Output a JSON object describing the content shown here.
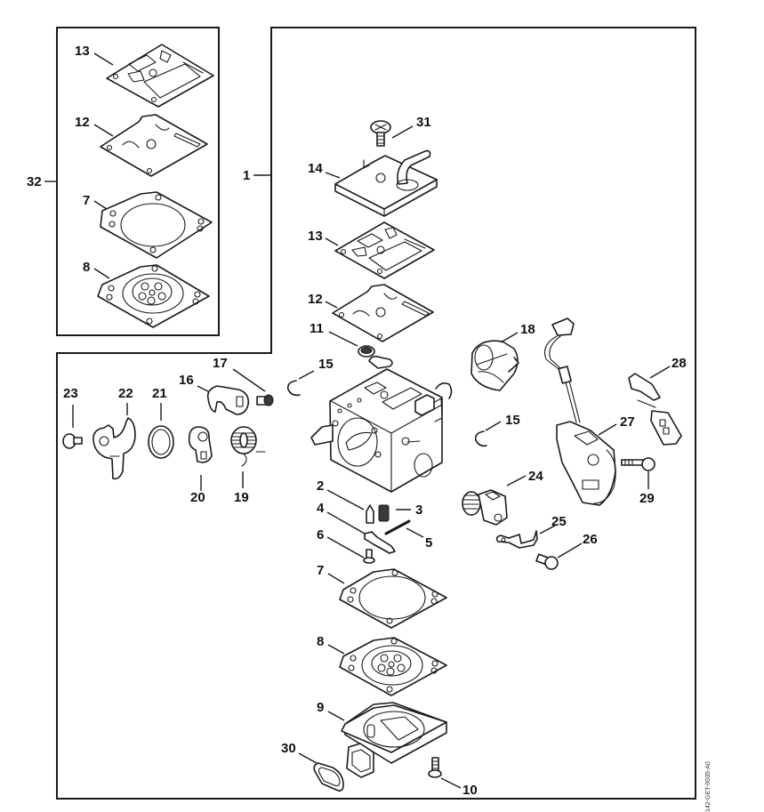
{
  "diagram": {
    "type": "exploded parts diagram",
    "subject": "carburetor assembly",
    "document_id": "142-GET-0035-A0",
    "group_callouts": [
      {
        "label": "1",
        "refers_to": "main carburetor assembly frame"
      },
      {
        "label": "32",
        "refers_to": "gasket/diaphragm kit frame"
      }
    ],
    "kit_parts": [
      {
        "label": "13",
        "part": "gasket"
      },
      {
        "label": "12",
        "part": "pump diaphragm"
      },
      {
        "label": "7",
        "part": "gasket"
      },
      {
        "label": "8",
        "part": "metering diaphragm"
      }
    ],
    "parts": [
      {
        "label": "31",
        "part": "screw"
      },
      {
        "label": "14",
        "part": "pump cover"
      },
      {
        "label": "13",
        "part": "gasket"
      },
      {
        "label": "12",
        "part": "pump diaphragm"
      },
      {
        "label": "11",
        "part": "strainer"
      },
      {
        "label": "15",
        "part": "circlip"
      },
      {
        "label": "15",
        "part": "circlip"
      },
      {
        "label": "16",
        "part": "lever"
      },
      {
        "label": "17",
        "part": "screw"
      },
      {
        "label": "18",
        "part": "cap"
      },
      {
        "label": "19",
        "part": "torsion spring"
      },
      {
        "label": "20",
        "part": "lever"
      },
      {
        "label": "21",
        "part": "ring"
      },
      {
        "label": "22",
        "part": "lever"
      },
      {
        "label": "23",
        "part": "screw"
      },
      {
        "label": "24",
        "part": "solenoid valve"
      },
      {
        "label": "25",
        "part": "clip"
      },
      {
        "label": "26",
        "part": "screw"
      },
      {
        "label": "27",
        "part": "wiring harness with switch"
      },
      {
        "label": "28",
        "part": "connector"
      },
      {
        "label": "29",
        "part": "screw"
      },
      {
        "label": "2",
        "part": "inlet needle"
      },
      {
        "label": "3",
        "part": "spring"
      },
      {
        "label": "4",
        "part": "inlet control lever"
      },
      {
        "label": "5",
        "part": "spindle"
      },
      {
        "label": "6",
        "part": "screw"
      },
      {
        "label": "7",
        "part": "gasket"
      },
      {
        "label": "8",
        "part": "metering diaphragm"
      },
      {
        "label": "9",
        "part": "end cover"
      },
      {
        "label": "10",
        "part": "screw"
      },
      {
        "label": "30",
        "part": "seal"
      }
    ]
  }
}
